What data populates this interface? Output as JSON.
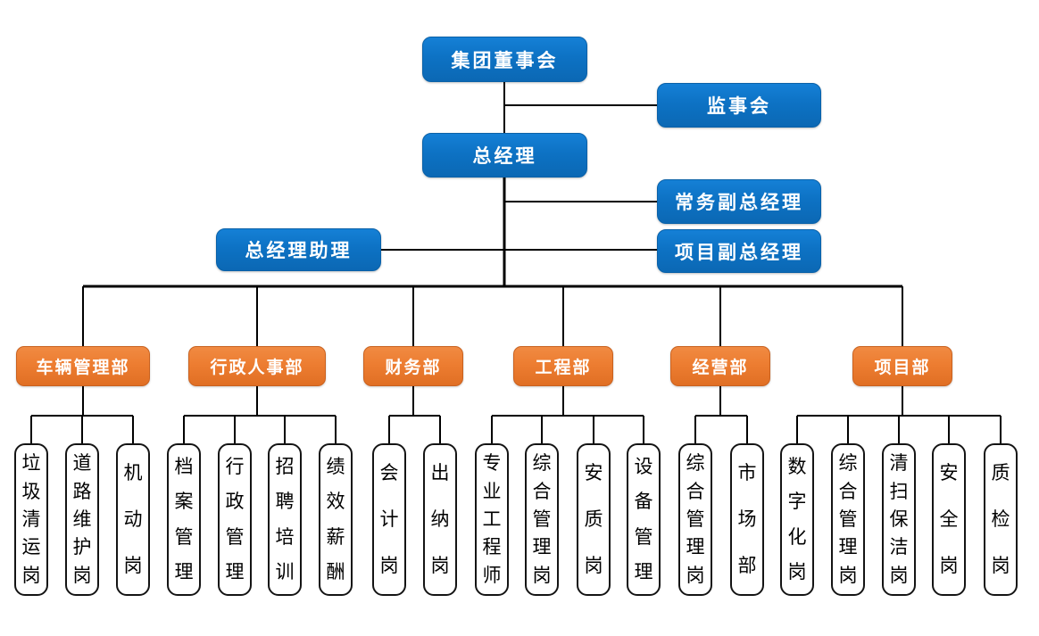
{
  "colors": {
    "executive_blue": "#0d72c4",
    "department_orange": "#ed7d31",
    "position_box_bg": "#ffffff",
    "connector": "#000000"
  },
  "org": {
    "board": "集团董事会",
    "supervisory": "监事会",
    "general_manager": "总经理",
    "executive_deputy_gm": "常务副总经理",
    "gm_assistant": "总经理助理",
    "project_deputy_gm": "项目副总经理",
    "departments": [
      {
        "label": "车辆管理部",
        "positions": [
          "垃圾清运岗",
          "道路维护岗",
          "机动岗"
        ]
      },
      {
        "label": "行政人事部",
        "positions": [
          "档案管理",
          "行政管理",
          "招聘培训",
          "绩效薪酬"
        ]
      },
      {
        "label": "财务部",
        "positions": [
          "会计岗",
          "出纳岗"
        ]
      },
      {
        "label": "工程部",
        "positions": [
          "专业工程师",
          "综合管理岗",
          "安质岗",
          "设备管理"
        ]
      },
      {
        "label": "经营部",
        "positions": [
          "综合管理岗",
          "市场部"
        ]
      },
      {
        "label": "项目部",
        "positions": [
          "数字化岗",
          "综合管理岗",
          "清扫保洁岗",
          "安全岗",
          "质检岗"
        ]
      }
    ]
  }
}
